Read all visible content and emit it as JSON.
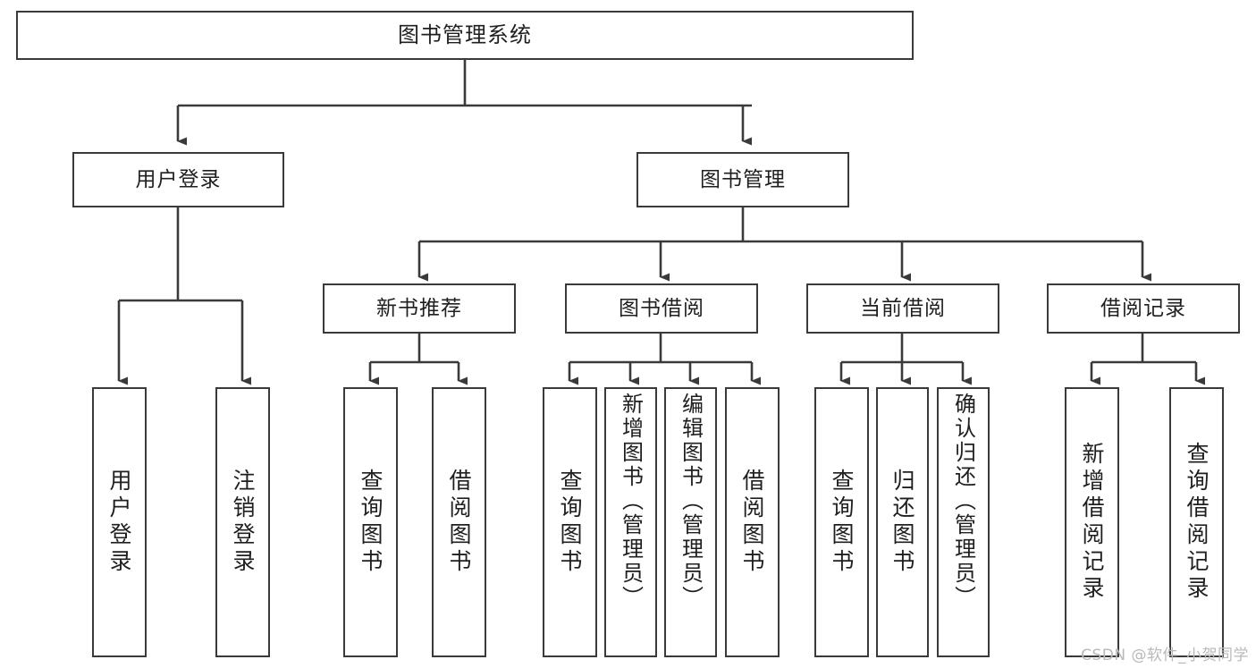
{
  "diagram": {
    "title": "图书管理系统",
    "type": "tree-hierarchy",
    "watermark": "CSDN @软件_小贺同学",
    "colors": {
      "background": "#ffffff",
      "box_border": "#3a3a3a",
      "box_fill": "#ffffff",
      "text": "#1f1f1f",
      "connector": "#3a3a3a",
      "watermark": "#b9b9b9"
    }
  },
  "nodes": {
    "root": {
      "label": "图书管理系统"
    },
    "level2": [
      {
        "id": "user-login",
        "label": "用户登录"
      },
      {
        "id": "book-manage",
        "label": "图书管理"
      }
    ],
    "level3": [
      {
        "id": "new-book-recommend",
        "label": "新书推荐"
      },
      {
        "id": "book-borrow",
        "label": "图书借阅"
      },
      {
        "id": "current-borrow",
        "label": "当前借阅"
      },
      {
        "id": "borrow-record",
        "label": "借阅记录"
      }
    ],
    "leaves": {
      "user_login": [
        {
          "id": "leaf-user-login",
          "label": "用户登录"
        },
        {
          "id": "leaf-logout",
          "label": "注销登录"
        }
      ],
      "new_book_recommend": [
        {
          "id": "leaf-query-book-1",
          "label": "查询图书"
        },
        {
          "id": "leaf-borrow-book-1",
          "label": "借阅图书"
        }
      ],
      "book_borrow": [
        {
          "id": "leaf-query-book-2",
          "label": "查询图书"
        },
        {
          "id": "leaf-add-book",
          "label": "新增图书（管理员）"
        },
        {
          "id": "leaf-edit-book",
          "label": "编辑图书（管理员）"
        },
        {
          "id": "leaf-borrow-book-2",
          "label": "借阅图书"
        }
      ],
      "current_borrow": [
        {
          "id": "leaf-query-book-3",
          "label": "查询图书"
        },
        {
          "id": "leaf-return-book",
          "label": "归还图书"
        },
        {
          "id": "leaf-confirm-return",
          "label": "确认归还（管理员）"
        }
      ],
      "borrow_record": [
        {
          "id": "leaf-add-record",
          "label": "新增借阅记录"
        },
        {
          "id": "leaf-query-record",
          "label": "查询借阅记录"
        }
      ]
    }
  }
}
